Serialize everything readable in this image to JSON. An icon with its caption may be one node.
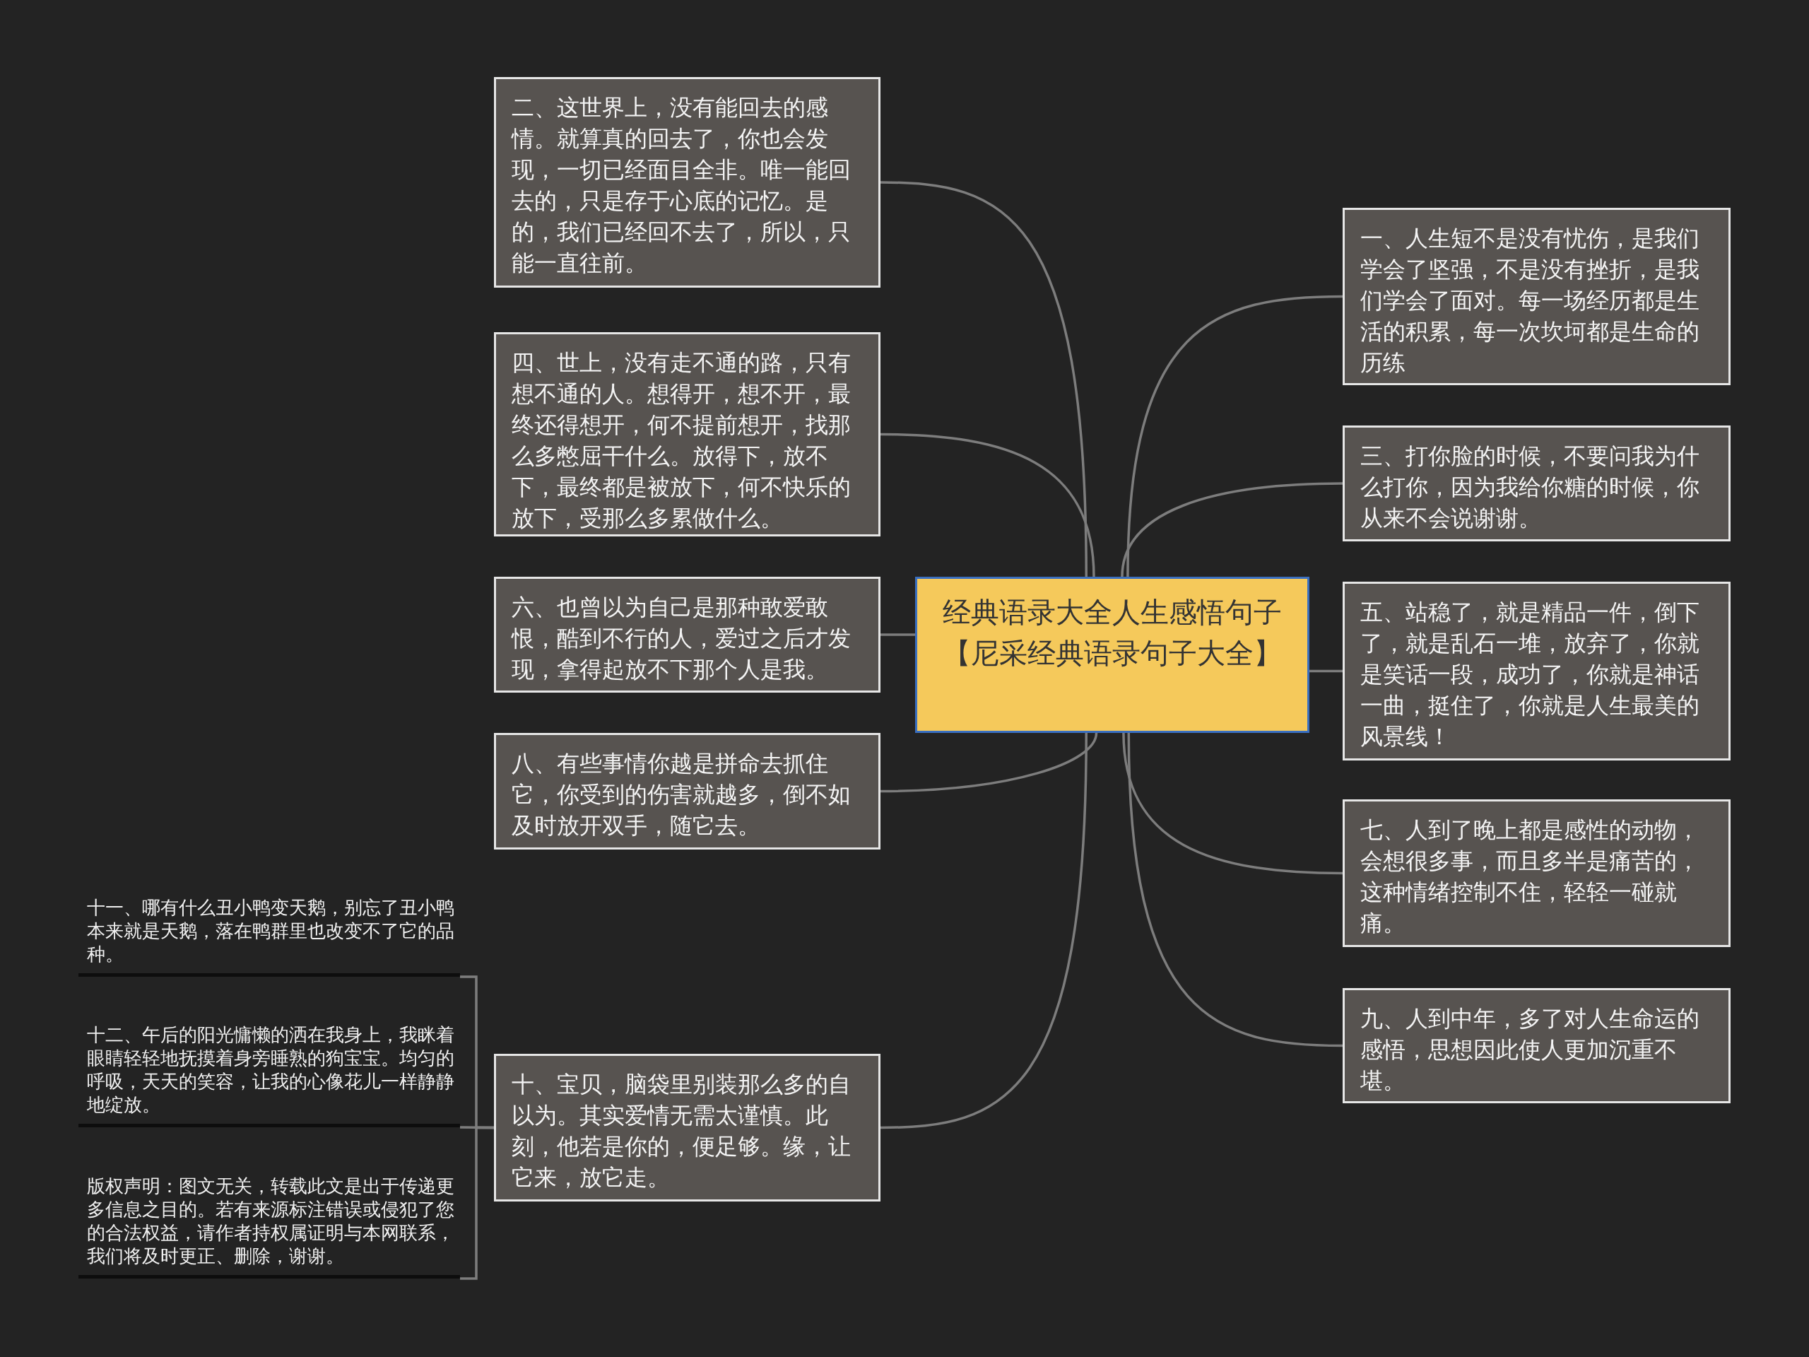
{
  "diagram": {
    "nodes": [
      {
        "text": [
          "经典语录大全人生感悟句子【尼采经典语录句子大全】"
        ]
      },
      {
        "text": [
          "二、这世界上，没有能回去的感情。就算真的回去了，你也会发现，一切已经面目全非。唯一能回去的，只是存于心底的记忆。是的，我们已经回不去了，所以，只能一直往前。"
        ]
      },
      {
        "text": [
          "四、世上，没有走不通的路，只有想不通的人。想得开，想不开，最终还得想开，何不提前想开，找那么多憋屈干什么。放得下，放不下，最终都是被放下，何不快乐的放下，受那么多累做什么。"
        ]
      },
      {
        "text": [
          "六、也曾以为自己是那种敢爱敢恨，酷到不行的人，爱过之后才发现，拿得起放不下那个人是我。"
        ]
      },
      {
        "text": [
          "八、有些事情你越是拼命去抓住它，你受到的伤害就越多，倒不如及时放开双手，随它去。"
        ]
      },
      {
        "text": [
          "十、宝贝，脑袋里别装那么多的自以为。其实爱情无需太谨慎。此刻，他若是你的，便足够。缘，让它来，放它走。"
        ]
      },
      {
        "text": [
          "一、人生短不是没有忧伤，是我们学会了坚强，不是没有挫折，是我们学会了面对。每一场经历都是生活的积累，每一次坎坷都是生命的历练"
        ]
      },
      {
        "text": [
          "三、打你脸的时候，不要问我为什么打你，因为我给你糖的时候，你从来不会说谢谢。"
        ]
      },
      {
        "text": [
          "五、站稳了，就是精品一件，倒下了，就是乱石一堆，放弃了，你就是笑话一段，成功了，你就是神话一曲，挺住了，你就是人生最美的风景线！"
        ]
      },
      {
        "text": [
          "七、人到了晚上都是感性的动物，会想很多事，而且多半是痛苦的，这种情绪控制不住，轻轻一碰就痛。"
        ]
      },
      {
        "text": [
          "九、人到中年，多了对人生命运的感悟，思想因此使人更加沉重不堪。"
        ]
      },
      {
        "text": [
          "十一、哪有什么丑小鸭变天鹅，别忘了丑小鸭本来就是天鹅，落在鸭群里也改变不了它的品种。"
        ]
      },
      {
        "text": [
          "十二、午后的阳光慵懒的洒在我身上，我眯着眼睛轻轻地抚摸着身旁睡熟的狗宝宝。均匀的呼吸，天天的笑容，让我的心像花儿一样静静地绽放。"
        ]
      },
      {
        "text": [
          "版权声明：图文无关，转载此文是出于传递更多信息之目的。若有来源标注错误或侵犯了您的合法权益，请作者持权属证明与本网联系，我们将及时更正、删除，谢谢。"
        ]
      }
    ],
    "edges": [
      {
        "from": 0,
        "to": 1,
        "arrow": "none"
      },
      {
        "from": 0,
        "to": 2,
        "arrow": "none"
      },
      {
        "from": 0,
        "to": 3,
        "arrow": "none"
      },
      {
        "from": 0,
        "to": 4,
        "arrow": "none"
      },
      {
        "from": 0,
        "to": 5,
        "arrow": "none"
      },
      {
        "from": 0,
        "to": 6,
        "arrow": "none"
      },
      {
        "from": 0,
        "to": 7,
        "arrow": "none"
      },
      {
        "from": 0,
        "to": 8,
        "arrow": "none"
      },
      {
        "from": 0,
        "to": 9,
        "arrow": "none"
      },
      {
        "from": 0,
        "to": 10,
        "arrow": "none"
      },
      {
        "from": 5,
        "to": 11,
        "arrow": "none"
      },
      {
        "from": 5,
        "to": 12,
        "arrow": "none"
      },
      {
        "from": 5,
        "to": 13,
        "arrow": "none"
      }
    ]
  }
}
